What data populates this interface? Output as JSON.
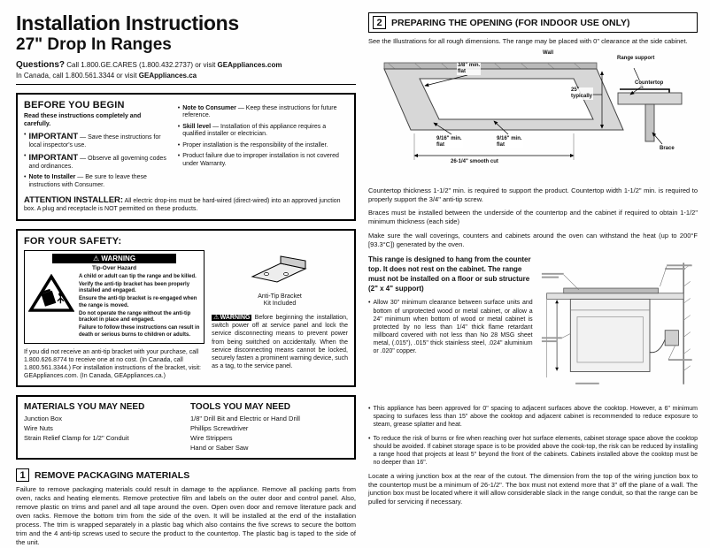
{
  "header": {
    "title": "Installation Instructions",
    "subtitle": "27\" Drop In Ranges",
    "questions_label": "Questions?",
    "questions_mid": " Call 1.800.GE.CARES (1.800.432.2737) or visit ",
    "questions_site": "GEAppliances.com",
    "canada_pre": "In Canada, call 1.800.561.3344 or visit ",
    "canada_site": "GEAppliances.ca"
  },
  "before_you_begin": {
    "title": "BEFORE YOU BEGIN",
    "intro": "Read these instructions completely and carefully.",
    "left_items": [
      {
        "lead": "IMPORTANT",
        "rest": " — Save these instructions for local inspector's use."
      },
      {
        "lead": "IMPORTANT",
        "rest": " — Observe all governing codes and ordinances."
      },
      {
        "lead": "Note to Installer",
        "rest": " — Be sure to leave these instructions with Consumer."
      }
    ],
    "right_items": [
      {
        "lead": "Note to Consumer",
        "rest": " — Keep these instructions for future reference."
      },
      {
        "lead": "Skill level",
        "rest": " — Installation of this appliance requires a qualified installer or electrician."
      },
      {
        "lead": "",
        "rest": "Proper installation is the responsibility of the installer."
      },
      {
        "lead": "",
        "rest": "Product failure due to improper installation is not covered under Warranty."
      }
    ],
    "attention_label": "ATTENTION INSTALLER:",
    "attention_text": " All electric drop-ins must be hard-wired (direct-wired) into an approved junction box. A plug and receptacle is NOT permitted on these products."
  },
  "safety": {
    "title": "FOR YOUR SAFETY:",
    "warning_word": "WARNING",
    "hazard_title": "Tip-Over Hazard",
    "warning_lines": [
      "A child or adult can tip the range and be killed.",
      "Verify the anti-tip bracket has been properly installed and engaged.",
      "Ensure the anti-tip bracket is re-engaged when the range is moved.",
      "Do not operate the range without the anti-tip bracket in place and engaged.",
      "Failure to follow these instructions can result in death or serious burns to children or adults."
    ],
    "bracket_caption_1": "Anti-Tip Bracket",
    "bracket_caption_2": "Kit Included",
    "no_bracket_text": "If you did not receive an anti-tip bracket with your purchase, call 1.800.626.8774 to receive one at no cost. (In Canada, call 1.800.561.3344.) For installation instructions of the bracket, visit: GEAppliances.com. (In Canada, GEAppliances.ca.)",
    "power_warning_label": "WARNING",
    "power_warning_text": " Before beginning the installation, switch power off at service panel and lock the service disconnecting means to prevent power from being switched on accidentally. When the service disconnecting means cannot be locked, securely fasten a prominent warning device, such as a tag, to the service panel."
  },
  "materials": {
    "title": "MATERIALS YOU MAY NEED",
    "items": [
      "Junction Box",
      "Wire Nuts",
      "Strain Relief Clamp for 1/2\" Conduit"
    ]
  },
  "tools": {
    "title": "TOOLS YOU MAY NEED",
    "items": [
      "1/8\" Drill Bit and Electric or Hand Drill",
      "Phillips Screwdriver",
      "Wire Strippers",
      "Hand or Saber Saw"
    ]
  },
  "step1": {
    "number": "1",
    "title": "REMOVE PACKAGING MATERIALS",
    "body": "Failure to remove packaging materials could result in damage to the appliance. Remove all packing parts from oven, racks and heating elements. Remove protective film and labels on the outer door and control panel. Also, remove plastic on trims and panel and all tape around the oven. Open oven door and remove literature pack and oven racks. Remove the bottom trim from the side of the oven. It will be installed at the end of the installation process. The trim is wrapped separately in a plastic bag which also contains the five screws to secure the bottom trim and the 4 anti-tip screws used to secure the product to the countertop. The plastic bag is taped to the side of the unit."
  },
  "step2": {
    "number": "2",
    "title": "PREPARING THE OPENING (FOR INDOOR USE ONLY)",
    "intro": "See the Illustrations for all rough dimensions. The range may be placed with 0\" clearance at the side cabinet.",
    "diagram1": {
      "wall": "Wall",
      "range_support": "Range support",
      "flat_38": "3/8\" min.\nflat",
      "typ_25": "25\"\ntypically",
      "countertop": "Countertop",
      "flat_916_left": "9/16\" min.\nflat",
      "flat_916_mid": "9/16\" min.\nflat",
      "smooth_cut": "26-1/4\" smooth cut",
      "brace": "Brace"
    },
    "p1": "Countertop thickness 1-1/2\" min. is required to support the product. Countertop width 1-1/2\" min. is required to properly support the 3/4\" anti-tip screw.",
    "p2": "Braces must be installed between the underside of the countertop and the cabinet if required to obtain 1-1/2\" minimum thickness (each side)",
    "p3": "Make sure the wall coverings, counters and cabinets around the oven can withstand the heat (up to 200°F [93.3°C]) generated by the oven.",
    "hang_note": "This range is designed to hang from the counter top.  It does not rest on the cabinet. The range must not be installed on a floor or sub structure (2\" x 4\" support)",
    "bullets": [
      "Allow 30\" minimum clearance between surface units and bottom of unprotected wood or metal cabinet, or allow a 24\" minimum when bottom of wood or metal cabinet is protected by no less than 1/4\" thick flame retardant millboard covered with not less than No 28 MSG sheet metal, (.015\"), .015\" thick stainless steel, .024\" aluminium or .020\" copper.",
      "This appliance has been approved for 0\" spacing to adjacent surfaces above the cooktop. However, a 6\" minimum spacing to surfaces less than 15\" above the cooktop and adjacent cabinet is recommended to reduce exposure to steam, grease splatter and heat.",
      "To reduce the risk of burns or fire when reaching over hot surface elements, cabinet storage space above the cooktop should be avoided. If cabinet storage space is to be provided above the cook-top, the risk can be reduced by installing a range hood that projects at least 5\" beyond the front of the cabinets. Cabinets installed above the cooktop must be no deeper than 16\".",
      "Locate a wiring junction box at the rear of the cutout. The dimension from the top of the wiring junction box to the countertop must be a minimum of 26-1/2\". The box must not extend more that 3\" off the plane of a wall. The junction box must be located where it will allow considerable slack in the range conduit, so that the range can be pulled for servicing if necessary."
    ]
  }
}
